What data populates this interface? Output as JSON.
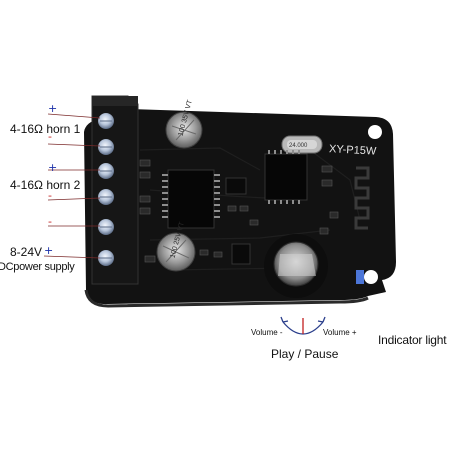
{
  "board": {
    "model": "XY-P15W",
    "cap_top_text": "100 35V VT",
    "cap_bottom_text": "100 25V VT",
    "crystal_text": "24.000",
    "colors": {
      "pcb": "#121212",
      "terminal_body": "#161616",
      "screw": "#c8d6ea",
      "accent_red": "#c42020",
      "accent_blue": "#1b2fa8"
    }
  },
  "terminals": {
    "horn1_label": "4-16Ω horn 1",
    "horn2_label": "4-16Ω horn 2",
    "power_voltage": "8-24V",
    "power_supply": "DCpower supply",
    "polarity_signs": [
      "+",
      "-",
      "+",
      "-",
      "-",
      "+"
    ]
  },
  "controls": {
    "volume_minus": "Volume -",
    "volume_plus": "Volume +",
    "play_pause": "Play / Pause",
    "indicator_light": "Indicator light"
  }
}
